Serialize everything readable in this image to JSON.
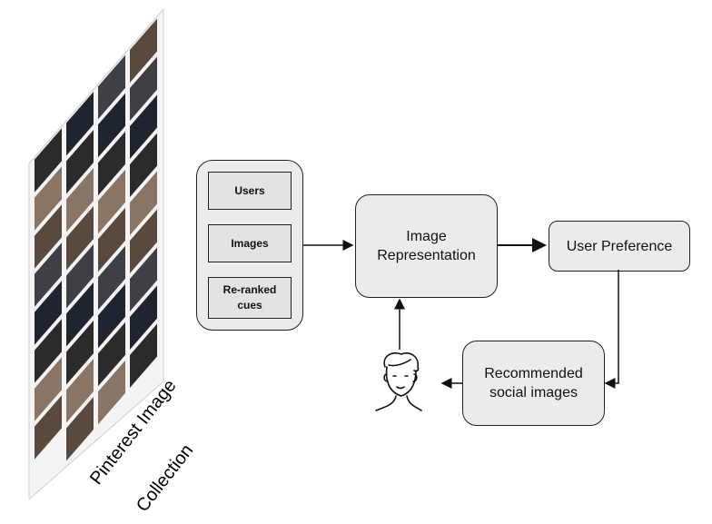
{
  "collage": {
    "caption_line1": "Pinterest Image",
    "caption_line2": "Collection"
  },
  "input_panel": {
    "items": [
      {
        "label": "Users"
      },
      {
        "label": "Images"
      },
      {
        "label": "Re-ranked cues"
      }
    ]
  },
  "nodes": {
    "image_representation": "Image Representation",
    "user_preference": "User Preference",
    "recommended": "Recommended social images"
  },
  "icons": {
    "user": "user-face-icon"
  },
  "colors": {
    "box_fill": "#ebebeb",
    "border": "#222222"
  }
}
